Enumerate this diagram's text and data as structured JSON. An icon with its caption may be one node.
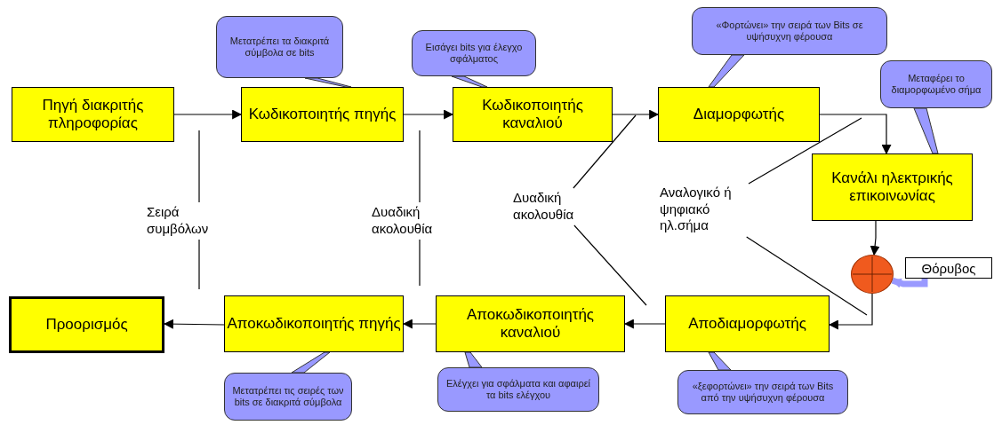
{
  "diagram": {
    "nodes": [
      {
        "text": [
          "Πηγή διακριτής πληροφορίας"
        ]
      },
      {
        "text": [
          "Κωδικοποιητής πηγής"
        ]
      },
      {
        "text": [
          "Κωδικοποιητής καναλιού"
        ]
      },
      {
        "text": [
          "Διαμορφωτής"
        ]
      },
      {
        "text": [
          "Κανάλι ηλεκτρικής επικοινωνίας"
        ]
      },
      {
        "text": [],
        "shape": "circle"
      },
      {
        "text": [
          "Θόρυβος"
        ]
      },
      {
        "text": [
          "Προορισμός"
        ]
      },
      {
        "text": [
          "Αποκωδικοποιητής πηγής"
        ]
      },
      {
        "text": [
          "Αποκωδικοποιητής καναλιού"
        ]
      },
      {
        "text": [
          "Αποδιαμορφωτής"
        ]
      },
      {
        "text": [
          "Μετατρέπει τα διακριτά σύμβολα σε bits"
        ]
      },
      {
        "text": [
          "Εισάγει bits για έλεγχο σφάλματος"
        ]
      },
      {
        "text": [
          "«Φορτώνει» την σειρά των Bits σε υψήσυχνη φέρουσα"
        ]
      },
      {
        "text": [
          "Μεταφέρει το διαμορφωμένο σήμα"
        ]
      },
      {
        "text": [
          "Σειρά συμβόλων"
        ]
      },
      {
        "text": [
          "Δυαδική ακολουθία"
        ]
      },
      {
        "text": [
          "Δυαδική ακολουθία"
        ]
      },
      {
        "text": [
          "Αναλογικό ή ψηφιακό ηλ.σήμα"
        ]
      },
      {
        "text": [
          "Μετατρέπει τις σειρές των bits σε διακριτά σύμβολα"
        ]
      },
      {
        "text": [
          "Ελέγχει για σφάλματα και αφαιρεί τα bits ελέγχου"
        ]
      },
      {
        "text": [
          "«ξεφορτώνει» την σειρά των Bits από την υψήσυχνη φέρουσα"
        ]
      }
    ],
    "edges": [
      {
        "from": 0,
        "to": 1,
        "arrow": "to"
      },
      {
        "from": 1,
        "to": 2,
        "arrow": "to"
      },
      {
        "from": 2,
        "to": 3,
        "arrow": "to"
      },
      {
        "from": 3,
        "to": 4,
        "arrow": "to"
      },
      {
        "from": 4,
        "to": 5,
        "arrow": "to"
      },
      {
        "from": 6,
        "to": 5,
        "arrow": "to",
        "style": "thick",
        "color": "#9999ff"
      },
      {
        "from": 5,
        "to": 10,
        "arrow": "to"
      },
      {
        "from": 10,
        "to": 9,
        "arrow": "to"
      },
      {
        "from": 9,
        "to": 8,
        "arrow": "to"
      },
      {
        "from": 8,
        "to": 7,
        "arrow": "to"
      },
      {
        "from": 11,
        "to": 1,
        "arrow": "none"
      },
      {
        "from": 12,
        "to": 2,
        "arrow": "none"
      },
      {
        "from": 13,
        "to": 3,
        "arrow": "none"
      },
      {
        "from": 14,
        "to": 4,
        "arrow": "none"
      },
      {
        "from": 19,
        "to": 8,
        "arrow": "none"
      },
      {
        "from": 20,
        "to": 9,
        "arrow": "none"
      },
      {
        "from": 21,
        "to": 10,
        "arrow": "none"
      },
      {
        "from": 15,
        "to": null,
        "arrow": "none"
      },
      {
        "from": 15,
        "to": null,
        "arrow": "none"
      },
      {
        "from": 16,
        "to": null,
        "arrow": "none"
      },
      {
        "from": 16,
        "to": null,
        "arrow": "none"
      },
      {
        "from": 17,
        "to": null,
        "arrow": "none"
      },
      {
        "from": 17,
        "to": null,
        "arrow": "none"
      },
      {
        "from": 18,
        "to": null,
        "arrow": "none"
      },
      {
        "from": 18,
        "to": null,
        "arrow": "none"
      }
    ]
  }
}
